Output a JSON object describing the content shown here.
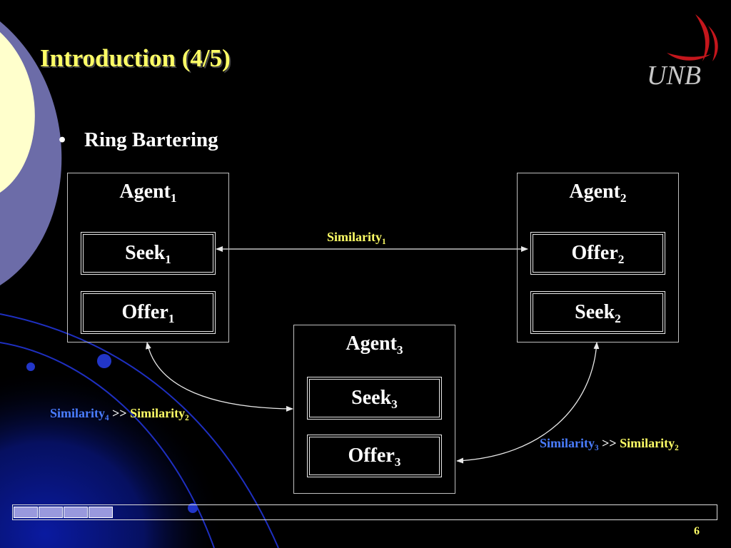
{
  "slide": {
    "title": "Introduction (4/5)",
    "logo_text": "UNB",
    "bullet": "Ring Bartering",
    "page_number": "6"
  },
  "agents": {
    "a1": {
      "name": "Agent",
      "sub": "1",
      "box1": "Seek",
      "box1_sub": "1",
      "box2": "Offer",
      "box2_sub": "1"
    },
    "a2": {
      "name": "Agent",
      "sub": "2",
      "box1": "Offer",
      "box1_sub": "2",
      "box2": "Seek",
      "box2_sub": "2"
    },
    "a3": {
      "name": "Agent",
      "sub": "3",
      "box1": "Seek",
      "box1_sub": "3",
      "box2": "Offer",
      "box2_sub": "3"
    }
  },
  "labels": {
    "sim1": {
      "text": "Similarity",
      "sub": "1"
    },
    "sim42": {
      "left": "Similarity",
      "left_sub": "4",
      "op": ">>",
      "right": "Similarity",
      "right_sub": "2"
    },
    "sim32": {
      "left": "Similarity",
      "left_sub": "3",
      "op": ">>",
      "right": "Similarity",
      "right_sub": "2"
    }
  },
  "colors": {
    "title": "#ffff66",
    "blue_label": "#4a7dff",
    "progress_fill": "#9999dd"
  },
  "progress": {
    "filled_segments": 4
  }
}
